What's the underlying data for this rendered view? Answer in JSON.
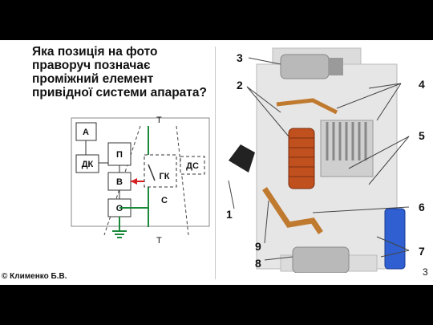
{
  "question": "Яка позиція на фото праворуч позначає проміжний елемент привідної системи апарата?",
  "author": "© Клименко Б.В.",
  "page_number": "3",
  "diagram": {
    "blocks": [
      "А",
      "П",
      "ДК",
      "В",
      "О",
      "ГК",
      "ДС",
      "С"
    ],
    "top_label": "Т",
    "bottom_label": "Т"
  },
  "photo_labels": [
    "1",
    "2",
    "3",
    "4",
    "5",
    "6",
    "7",
    "8",
    "9"
  ],
  "colors": {
    "accent_red": "#d42020",
    "accent_green": "#1a8a3a",
    "dashed": "#444444"
  }
}
